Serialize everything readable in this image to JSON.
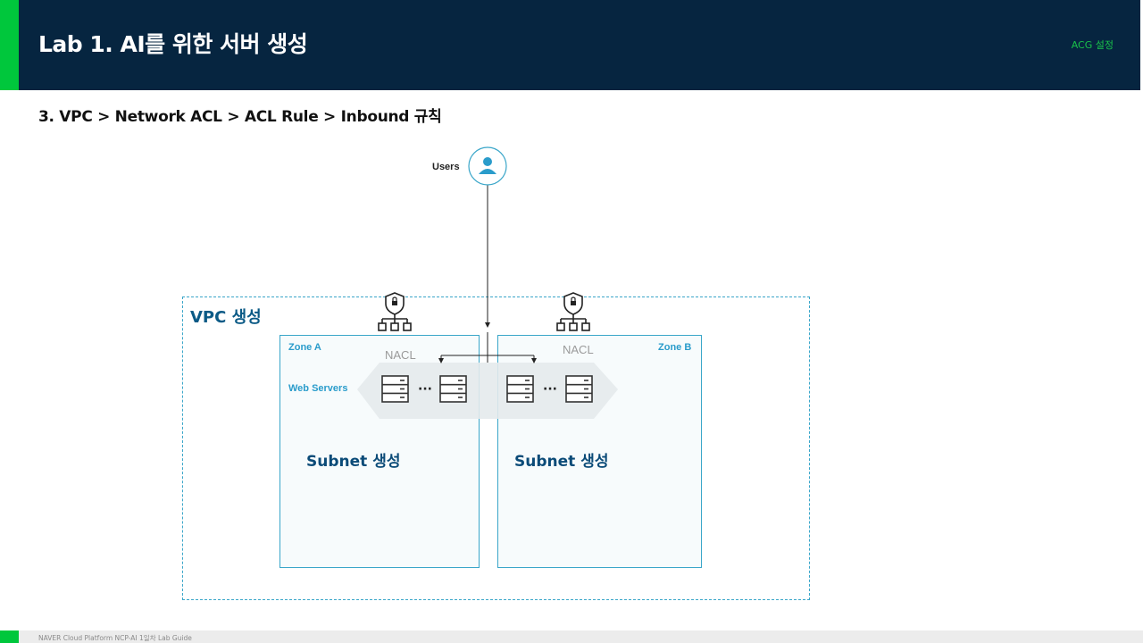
{
  "header": {
    "title": "Lab 1. AI를 위한 서버 생성",
    "right_label": "ACG 설정"
  },
  "step_title": "3. VPC > Network ACL > ACL Rule  > Inbound 규칙",
  "diagram": {
    "users_label": "Users",
    "vpc_label": "VPC 생성",
    "zone_a": {
      "label": "Zone A",
      "nacl": "NACL",
      "web_servers": "Web Servers",
      "subnet": "Subnet 생성"
    },
    "zone_b": {
      "label": "Zone B",
      "nacl": "NACL",
      "subnet": "Subnet 생성"
    },
    "ellipsis": "···"
  },
  "footer": {
    "text": "NAVER Cloud Platform  NCP-AI 1일차 Lab Guide"
  },
  "colors": {
    "header_bg": "#062540",
    "accent_green": "#00c73c",
    "line_blue": "#3aa6c9",
    "label_blue": "#0b4b78"
  },
  "icons": [
    "user-icon",
    "shield-lock-network-icon",
    "server-icon"
  ]
}
